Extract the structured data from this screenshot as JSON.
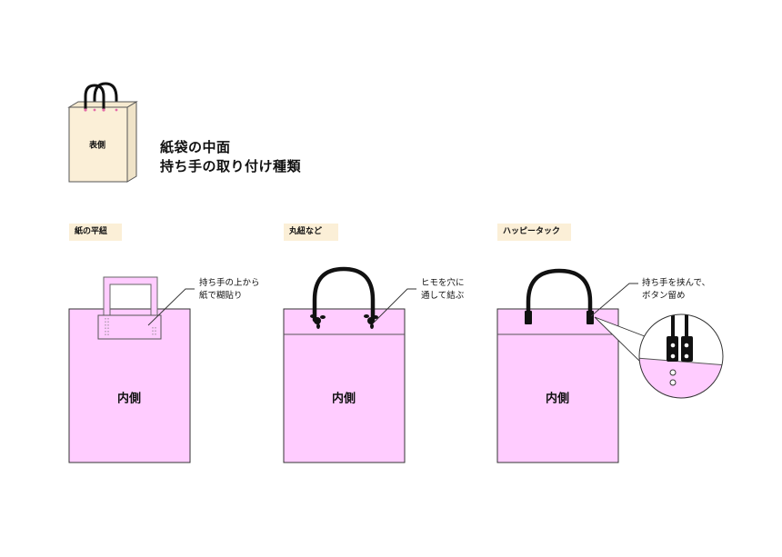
{
  "colors": {
    "bag_front": "#fbefd7",
    "bag_inner": "#ffccff",
    "tag_bg": "#fbefd7",
    "handle": "#111111",
    "outline": "#333333"
  },
  "preview": {
    "front_label": "表側"
  },
  "title": {
    "line1": "紙袋の中面",
    "line2": "持ち手の取り付け種類"
  },
  "variants": [
    {
      "tag": "紙の平紐",
      "inner_label": "内側",
      "note_lines": [
        "持ち手の上から",
        "紙で糊貼り"
      ]
    },
    {
      "tag": "丸紐など",
      "inner_label": "内側",
      "note_lines": [
        "ヒモを穴に",
        "通して結ぶ"
      ]
    },
    {
      "tag": "ハッピータック",
      "inner_label": "内側",
      "note_lines": [
        "持ち手を挟んで、",
        "ボタン留め"
      ]
    }
  ]
}
